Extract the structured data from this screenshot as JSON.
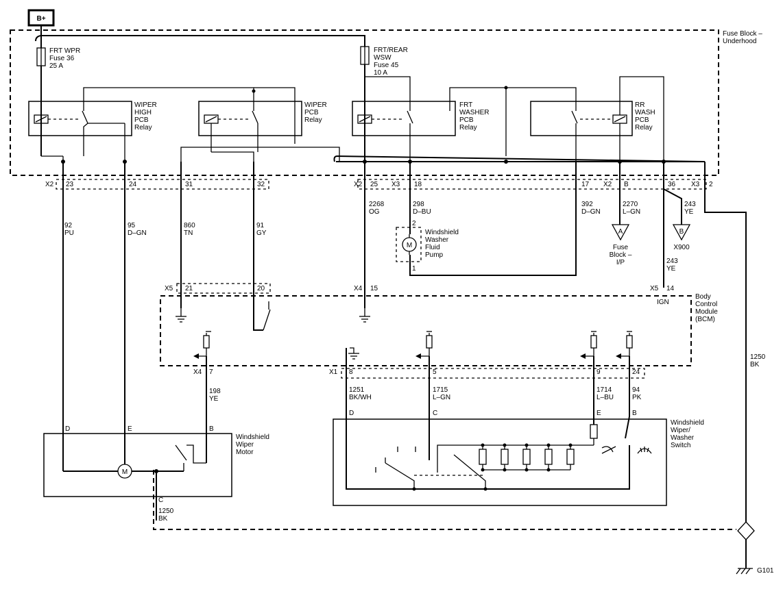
{
  "supply": {
    "label": "B+"
  },
  "fuse_block": {
    "line1": "Fuse Block –",
    "line2": "Underhood"
  },
  "fuses": [
    {
      "line1": "FRT WPR",
      "line2": "Fuse 36",
      "line3": "25 A"
    },
    {
      "line1": "FRT/REAR",
      "line2": "WSW",
      "line3": "Fuse 45",
      "line4": "10 A"
    }
  ],
  "relays": [
    {
      "line1": "WIPER",
      "line2": "HIGH",
      "line3": "PCB",
      "line4": "Relay"
    },
    {
      "line1": "WIPER",
      "line2": "PCB",
      "line3": "Relay"
    },
    {
      "line1": "FRT",
      "line2": "WASHER",
      "line3": "PCB",
      "line4": "Relay"
    },
    {
      "line1": "RR",
      "line2": "WASH",
      "line3": "PCB",
      "line4": "Relay"
    }
  ],
  "connectors": {
    "x2": "X2",
    "x3": "X3",
    "x4": "X4",
    "x5": "X5",
    "x1": "X1"
  },
  "pins": {
    "p23": "23",
    "p24": "24",
    "p31": "31",
    "p32": "32",
    "p25": "25",
    "p18": "18",
    "p17": "17",
    "pB": "B",
    "p36": "36",
    "p2": "2",
    "p21": "21",
    "p20": "20",
    "p15": "15",
    "p14": "14",
    "p7": "7",
    "p8": "8",
    "p5": "5",
    "p9": "9",
    "p24b": "24"
  },
  "wires": {
    "w92": {
      "circuit": "92",
      "color": "PU"
    },
    "w95": {
      "circuit": "95",
      "color": "D–GN"
    },
    "w860": {
      "circuit": "860",
      "color": "TN"
    },
    "w91": {
      "circuit": "91",
      "color": "GY"
    },
    "w2268": {
      "circuit": "2268",
      "color": "OG"
    },
    "w298": {
      "circuit": "298",
      "color": "D–BU"
    },
    "w392": {
      "circuit": "392",
      "color": "D–GN"
    },
    "w2270": {
      "circuit": "2270",
      "color": "L–GN"
    },
    "w243a": {
      "circuit": "243",
      "color": "YE"
    },
    "w243b": {
      "circuit": "243",
      "color": "YE"
    },
    "w1250a": {
      "circuit": "1250",
      "color": "BK"
    },
    "w1250b": {
      "circuit": "1250",
      "color": "BK"
    },
    "w198": {
      "circuit": "198",
      "color": "YE"
    },
    "w1251": {
      "circuit": "1251",
      "color": "BK/WH"
    },
    "w1715": {
      "circuit": "1715",
      "color": "L–GN"
    },
    "w1714": {
      "circuit": "1714",
      "color": "L–BU"
    },
    "w94": {
      "circuit": "94",
      "color": "PK"
    }
  },
  "pump": {
    "line1": "Windshield",
    "line2": "Washer",
    "line3": "Fluid",
    "line4": "Pump",
    "pin_top": "2",
    "pin_bottom": "1",
    "motor_symbol": "M"
  },
  "offpage": {
    "A": {
      "letter": "A",
      "line1": "Fuse",
      "line2": "Block –",
      "line3": "I/P"
    },
    "B": {
      "letter": "B",
      "line1": "X900"
    }
  },
  "bcm": {
    "line1": "Body",
    "line2": "Control",
    "line3": "Module",
    "line4": "(BCM)",
    "ign": "IGN"
  },
  "motor": {
    "line1": "Windshield",
    "line2": "Wiper",
    "line3": "Motor",
    "pinD": "D",
    "pinE": "E",
    "pinB": "B",
    "pinC": "C",
    "symbol": "M"
  },
  "switch": {
    "line1": "Windshield",
    "line2": "Wiper/",
    "line3": "Washer",
    "line4": "Switch",
    "pinD": "D",
    "pinC": "C",
    "pinE": "E",
    "pinB": "B"
  },
  "ground": {
    "label": "G101"
  }
}
